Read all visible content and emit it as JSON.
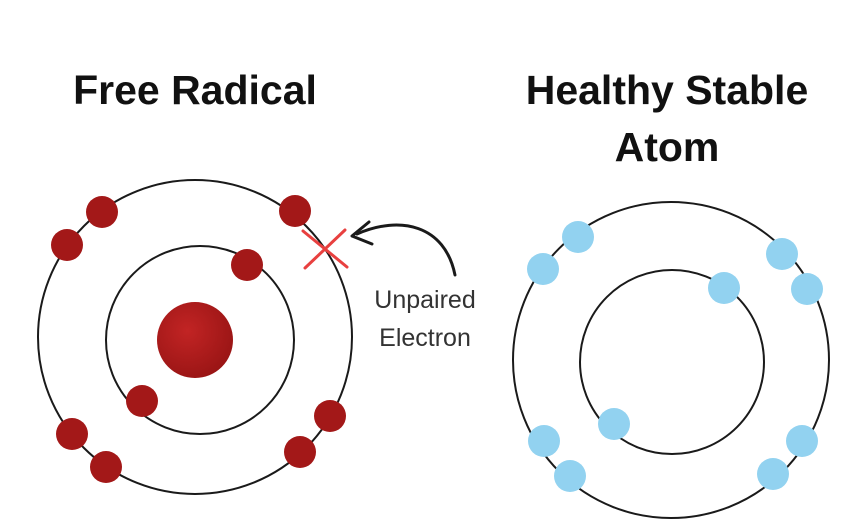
{
  "titles": {
    "left": "Free Radical",
    "right": "Healthy Stable\nAtom"
  },
  "annotation": {
    "line1": "Unpaired",
    "line2": "Electron"
  },
  "colors": {
    "radical_electron": "#a31818",
    "stable_electron": "#92d2f0",
    "unpaired_marker": "#e8403f",
    "orbit": "#1a1a1a",
    "arrow": "#1a1a1a"
  },
  "icons": {
    "unpaired_marker": "x-mark-icon",
    "pointer": "curved-arrow-icon"
  }
}
